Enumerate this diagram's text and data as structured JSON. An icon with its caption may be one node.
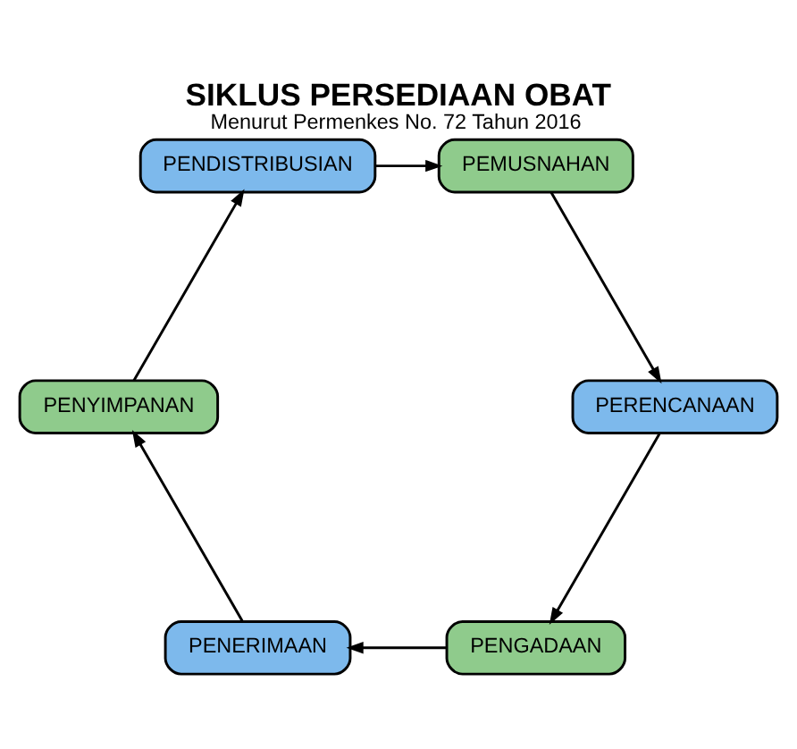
{
  "diagram": {
    "title": "SIKLUS PERSEDIAAN OBAT",
    "caption": "Menurut Permenkes No. 72 Tahun 2016",
    "nodes": [
      {
        "text": [
          "PENGADAAN"
        ]
      },
      {
        "text": [
          "PERENCANAAN"
        ]
      },
      {
        "text": [
          "PENERIMAAN"
        ]
      },
      {
        "text": [
          "PEMUSNAHAN"
        ]
      },
      {
        "text": [
          "PENYIMPANAN"
        ]
      },
      {
        "text": [
          "PENDISTRIBUSIAN"
        ]
      }
    ],
    "edges": [
      {
        "from": 1,
        "to": 0,
        "arrow": "to"
      },
      {
        "from": 0,
        "to": 2,
        "arrow": "to"
      },
      {
        "from": 2,
        "to": 4,
        "arrow": "to"
      },
      {
        "from": 4,
        "to": 5,
        "arrow": "to"
      },
      {
        "from": 5,
        "to": 3,
        "arrow": "to"
      },
      {
        "from": 3,
        "to": 1,
        "arrow": "to"
      }
    ]
  }
}
